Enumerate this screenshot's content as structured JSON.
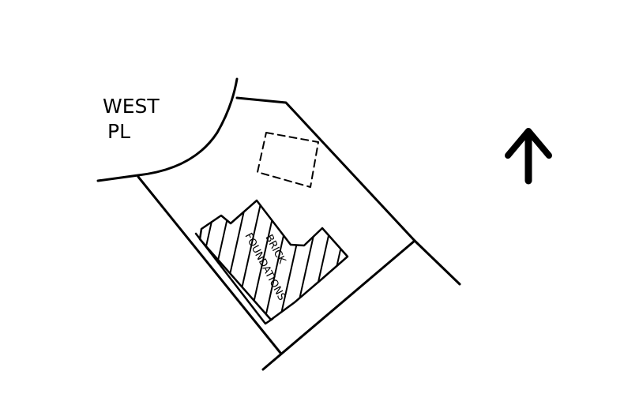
{
  "street_label": {
    "line1": "WEST",
    "line2": "PL"
  },
  "building_label": {
    "line1": "BRICK",
    "line2": "FOUNDATIONS"
  },
  "north_arrow": {
    "icon": "north-arrow-icon"
  },
  "colors": {
    "ink": "#000000",
    "background": "#ffffff"
  }
}
